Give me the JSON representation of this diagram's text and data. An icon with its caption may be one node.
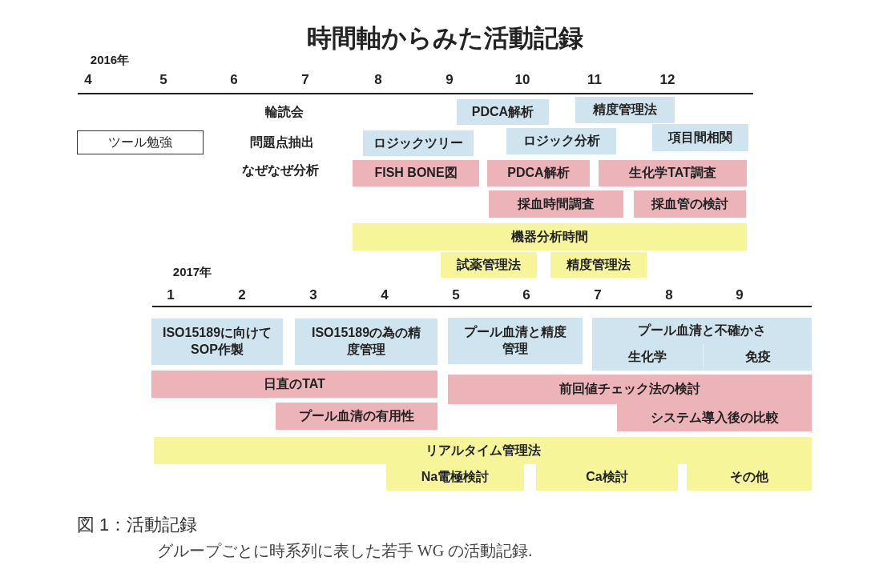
{
  "diagram": {
    "title": "時間軸からみた活動記録",
    "caption": "図 1：活動記録",
    "nodes": [
      {
        "text": [
          "ツール勉強"
        ]
      },
      {
        "text": [
          "PDCA解析"
        ]
      },
      {
        "text": [
          "精度管理法"
        ]
      },
      {
        "text": [
          "ロジックツリー"
        ]
      },
      {
        "text": [
          "ロジック分析"
        ]
      },
      {
        "text": [
          "項目間相関"
        ]
      },
      {
        "text": [
          "FISH BONE図"
        ]
      },
      {
        "text": [
          "PDCA解析"
        ]
      },
      {
        "text": [
          "生化学TAT調査"
        ]
      },
      {
        "text": [
          "採血時間調査"
        ]
      },
      {
        "text": [
          "採血管の検討"
        ]
      },
      {
        "text": [
          "機器分析時間"
        ]
      },
      {
        "text": [
          "試薬管理法"
        ]
      },
      {
        "text": [
          "精度管理法"
        ]
      },
      {
        "text": [
          "ISO15189に向けてSOP作製"
        ]
      },
      {
        "text": [
          "ISO15189の為の精度管理"
        ]
      },
      {
        "text": [
          "プール血清と精度管理"
        ]
      },
      {
        "text": [
          "プール血清と不確かさ"
        ]
      },
      {
        "text": [
          "生化学"
        ],
        "in": 17
      },
      {
        "text": [
          "免疫"
        ],
        "in": 17
      },
      {
        "text": [
          "日直のTAT"
        ]
      },
      {
        "text": [
          "前回値チェック法の検討"
        ]
      },
      {
        "text": [
          "プール血清の有用性"
        ]
      },
      {
        "text": [
          "システム導入後の比較"
        ]
      },
      {
        "text": [
          "リアルタイム管理法"
        ]
      },
      {
        "text": [
          "Na電極検討"
        ]
      },
      {
        "text": [
          "Ca検討"
        ]
      },
      {
        "text": [
          "その他"
        ]
      }
    ],
    "labels": [
      "2016年",
      "4",
      "5",
      "6",
      "7",
      "8",
      "9",
      "10",
      "11",
      "12",
      "輪読会",
      "問題点抽出",
      "なぜなぜ分析",
      "2017年",
      "1",
      "2",
      "3",
      "4",
      "5",
      "6",
      "7",
      "8",
      "9",
      "グループごとに時系列に表した若手 WG の活動記録."
    ]
  }
}
